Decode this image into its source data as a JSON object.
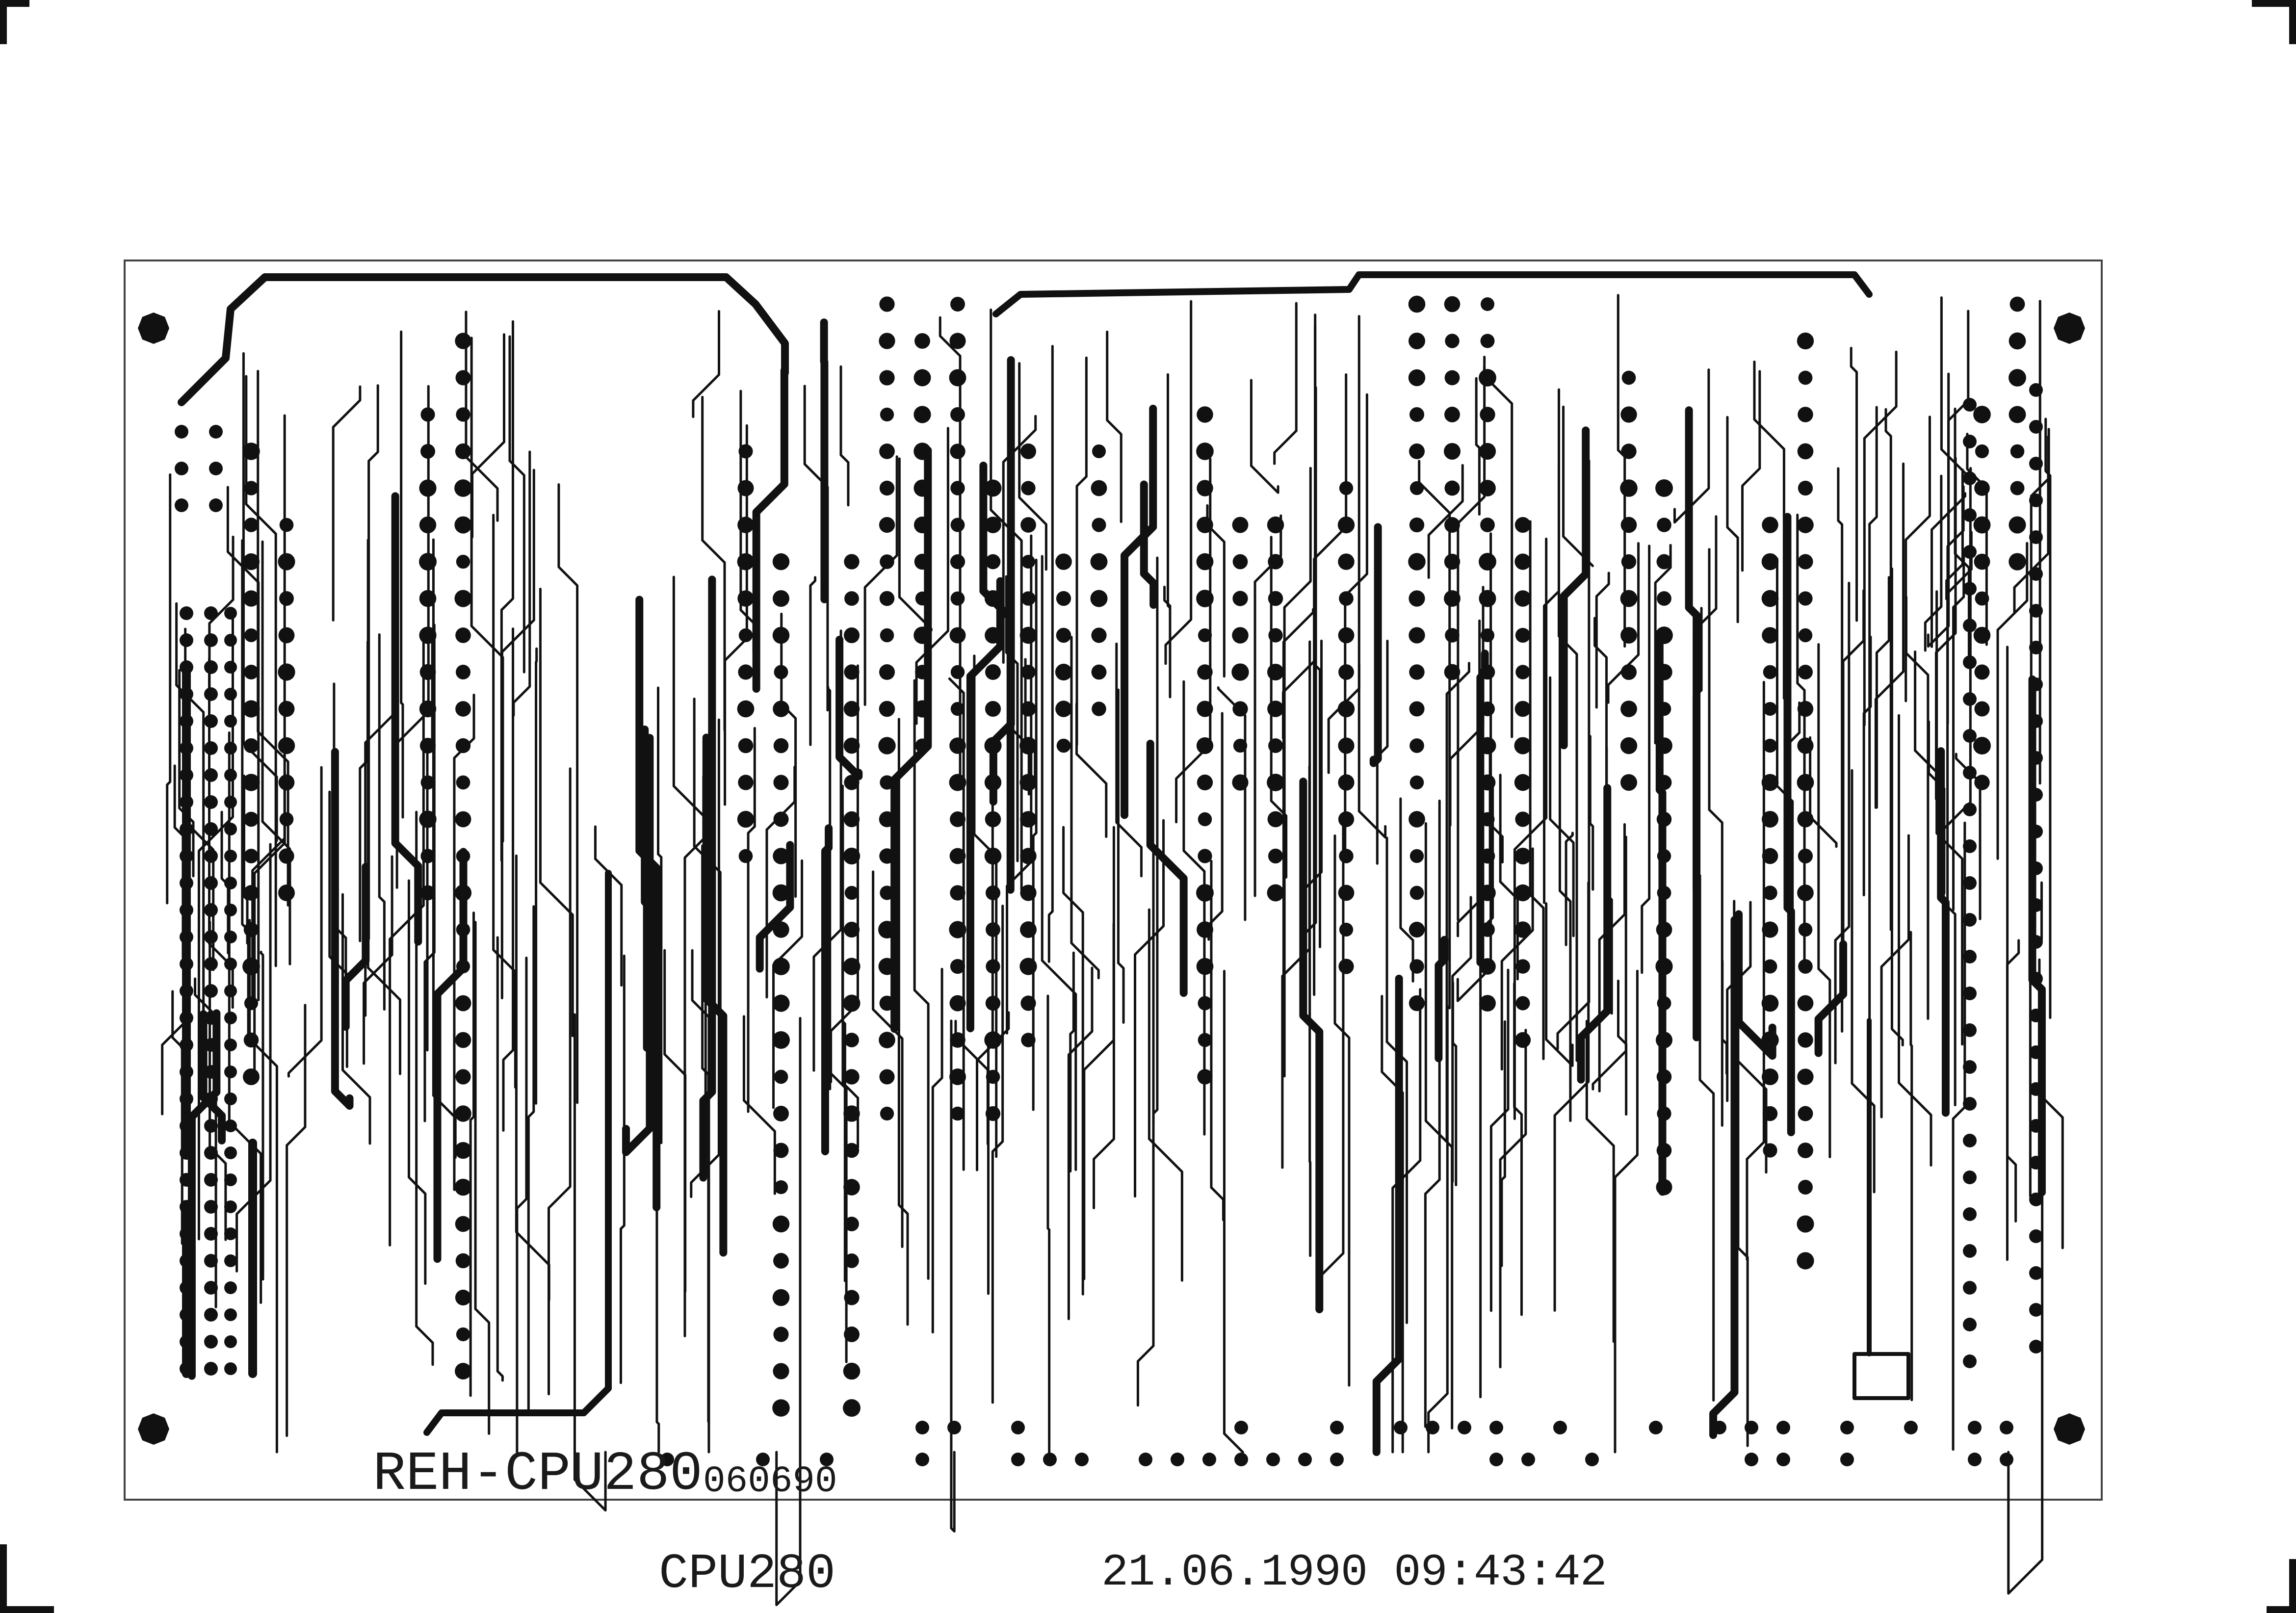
{
  "board": {
    "label": "REH-CPU280",
    "date_code": "060690"
  },
  "footer": {
    "plot_name": "CPU280",
    "timestamp": "21.06.1990 09:43:42"
  },
  "colors": {
    "ink": "#111111",
    "paper": "#ffffff",
    "border": "#444444"
  }
}
